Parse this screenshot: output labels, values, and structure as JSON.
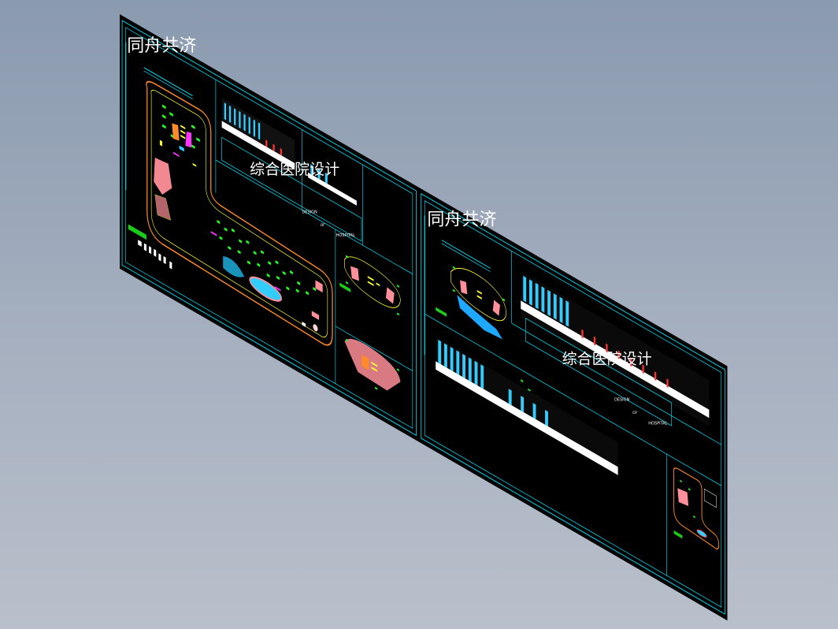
{
  "colors": {
    "background_top": "#8a9aaf",
    "background_bottom": "#b9c0cb",
    "sheet": "#000000",
    "frame": "#00e5ff",
    "site_green": "#22ff22",
    "site_yellow": "#ffff33",
    "site_orange": "#ff8a2a",
    "site_magenta": "#ff33ff",
    "site_pink": "#ff8f9a",
    "site_cyan": "#33ccff",
    "title_white": "#ffffff"
  },
  "sheet_left": {
    "logo_text": "同舟共济",
    "project_title": "综合医院设计",
    "subtitle_design": "DESIGN",
    "subtitle_of": "OF",
    "subtitle_hospital": "HOSPITAL"
  },
  "sheet_right": {
    "logo_text": "同舟共济",
    "project_title": "综合医院设计",
    "subtitle_design": "DESIGN",
    "subtitle_of": "OF",
    "subtitle_hospital": "HOSPITAL"
  }
}
